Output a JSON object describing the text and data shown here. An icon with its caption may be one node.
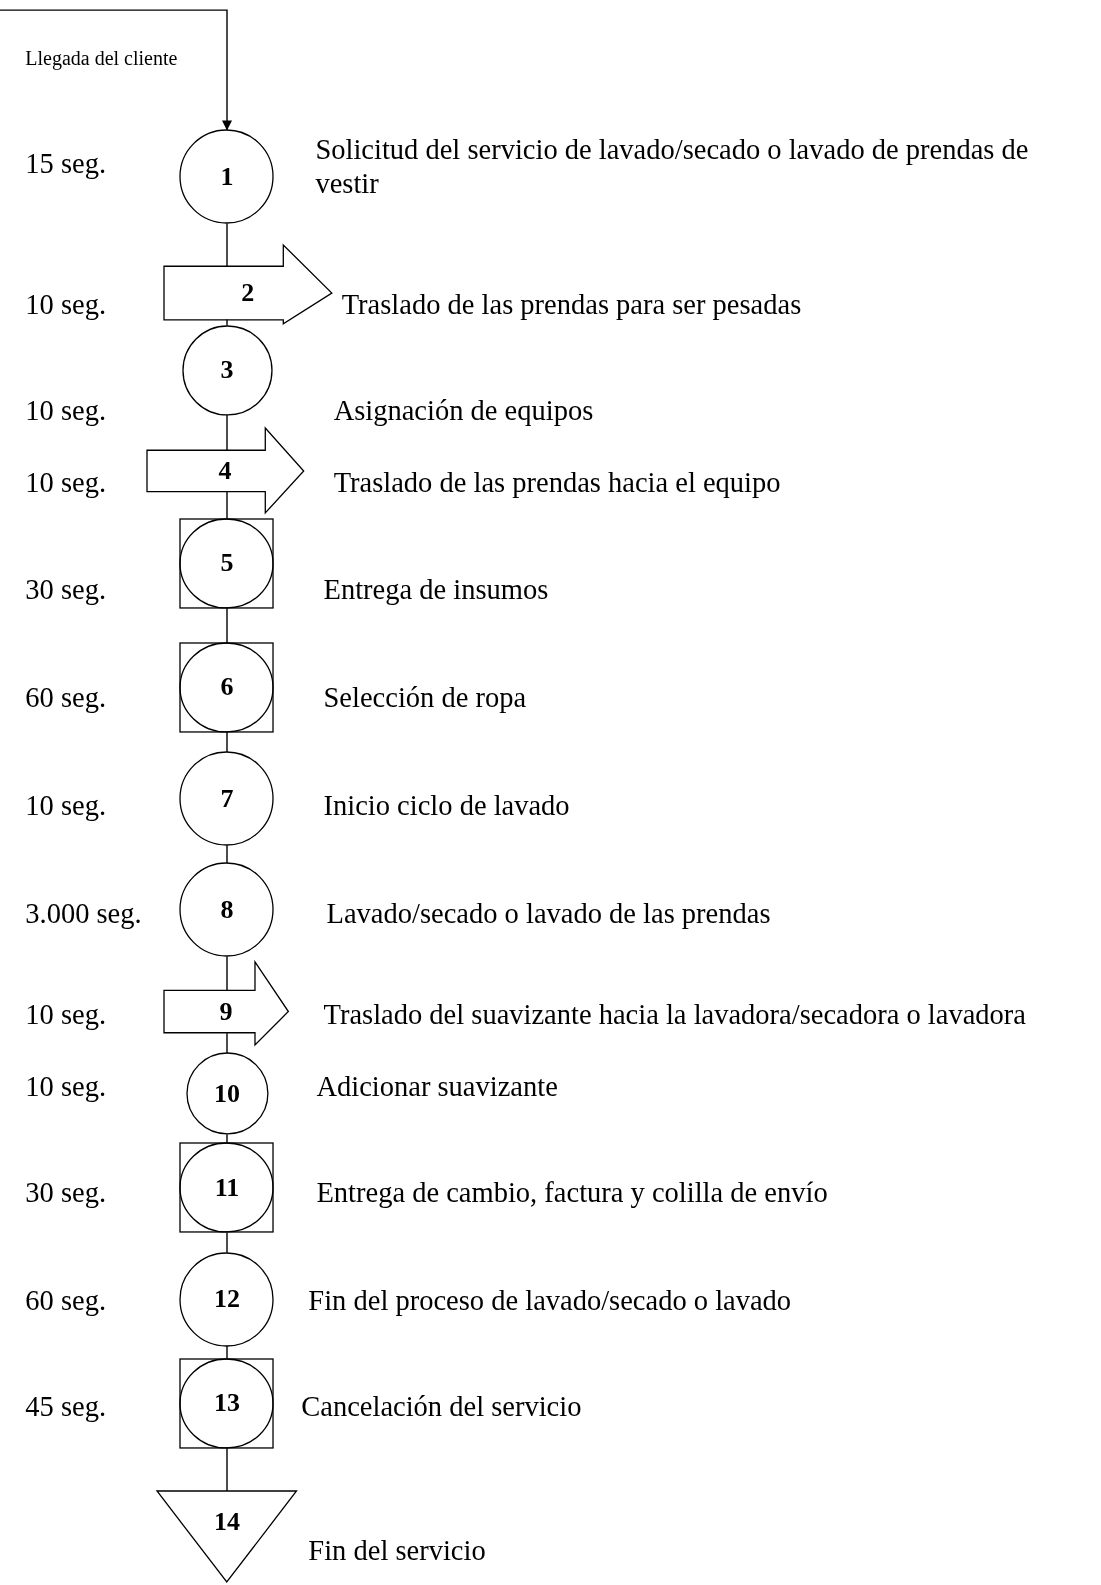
{
  "diagram": {
    "nodes": [
      {
        "text": [
          "1"
        ],
        "beside": [
          "15 seg.",
          "Solicitud del servicio de lavado/secado o lavado de prendas de vestir"
        ]
      },
      {
        "text": [
          "2"
        ],
        "beside": [
          "10 seg.",
          "Traslado de las prendas para ser pesadas"
        ]
      },
      {
        "text": [
          "3"
        ]
      },
      {
        "text": [
          "4"
        ],
        "beside": [
          "10 seg.",
          "Traslado de las prendas hacia el equipo"
        ]
      },
      {
        "text": [
          "5"
        ],
        "beside": [
          "30 seg.",
          "Entrega de insumos"
        ]
      },
      {
        "text": [
          "6"
        ],
        "beside": [
          "60 seg.",
          "Selección de ropa"
        ]
      },
      {
        "text": [
          "7"
        ],
        "beside": [
          "10 seg.",
          "Inicio ciclo de lavado"
        ]
      },
      {
        "text": [
          "8"
        ],
        "beside": [
          "3.000 seg.",
          "Lavado/secado o lavado de las prendas"
        ]
      },
      {
        "text": [
          "9"
        ],
        "beside": [
          "10 seg.",
          "Traslado del suavizante hacia la lavadora/secadora o lavadora"
        ]
      },
      {
        "text": [
          "10"
        ],
        "beside": [
          "10 seg.",
          "Adicionar suavizante"
        ]
      },
      {
        "text": [
          "11"
        ],
        "beside": [
          "30 seg.",
          "Entrega de cambio, factura y colilla de envío"
        ]
      },
      {
        "text": [
          "12"
        ],
        "beside": [
          "60 seg.",
          "Fin del proceso de lavado/secado o lavado"
        ]
      },
      {
        "text": [
          "13"
        ],
        "beside": [
          "45 seg.",
          "Cancelación del servicio"
        ]
      },
      {
        "text": [
          "14"
        ],
        "beside": [
          "Fin del servicio"
        ]
      }
    ],
    "edges": [
      {
        "from": null,
        "to": 0,
        "arrow": "to"
      },
      {
        "from": 0,
        "to": 1,
        "arrow": "none"
      },
      {
        "from": 1,
        "to": 2,
        "arrow": "none"
      },
      {
        "from": 2,
        "to": 3,
        "arrow": "none"
      },
      {
        "from": 3,
        "to": 4,
        "arrow": "none"
      },
      {
        "from": 4,
        "to": 5,
        "arrow": "none"
      },
      {
        "from": 5,
        "to": 6,
        "arrow": "none"
      },
      {
        "from": 6,
        "to": 7,
        "arrow": "none"
      },
      {
        "from": 7,
        "to": 8,
        "arrow": "none"
      },
      {
        "from": 8,
        "to": 9,
        "arrow": "none"
      },
      {
        "from": 9,
        "to": 10,
        "arrow": "none"
      },
      {
        "from": 10,
        "to": 11,
        "arrow": "none"
      },
      {
        "from": 11,
        "to": 12,
        "arrow": "none"
      },
      {
        "from": 12,
        "to": 13,
        "arrow": "none"
      }
    ],
    "labels": [
      "Llegada del cliente",
      "10 seg.",
      "Asignación de equipos"
    ]
  }
}
